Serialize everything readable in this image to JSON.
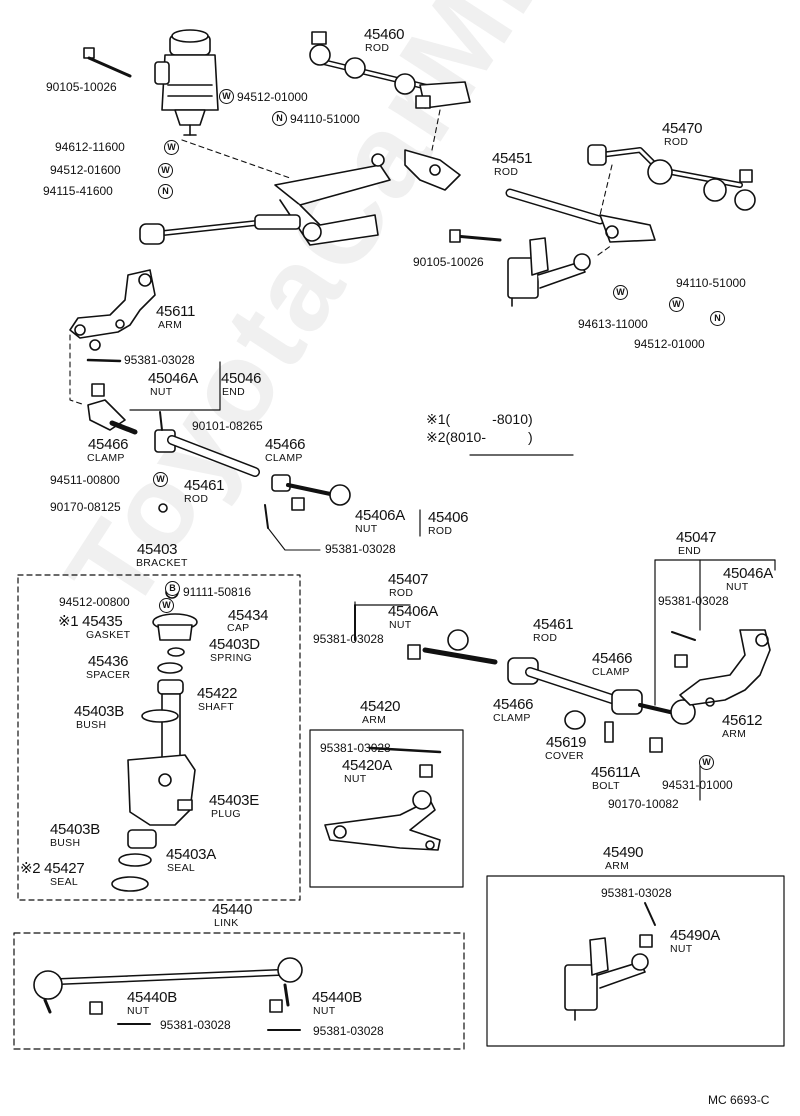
{
  "watermark": "ToyotaCarMine.ru",
  "footer_code": "MC 6693-C",
  "notes": {
    "n1": "※1(　　　-8010)",
    "n2": "※2(8010-　　　)"
  },
  "parts": {
    "p45460": {
      "num": "45460",
      "name": "ROD"
    },
    "p45470": {
      "num": "45470",
      "name": "ROD"
    },
    "p45451": {
      "num": "45451",
      "name": "ROD"
    },
    "p45611": {
      "num": "45611",
      "name": "ARM"
    },
    "p45046": {
      "num": "45046",
      "name": "END"
    },
    "p45046A_left": {
      "num": "45046A",
      "name": "NUT"
    },
    "p45466_left": {
      "num": "45466",
      "name": "CLAMP"
    },
    "p45466_mid": {
      "num": "45466",
      "name": "CLAMP"
    },
    "p45461_left": {
      "num": "45461",
      "name": "ROD"
    },
    "p45406A_left": {
      "num": "45406A",
      "name": "NUT"
    },
    "p45406": {
      "num": "45406",
      "name": "ROD"
    },
    "p45403": {
      "num": "45403",
      "name": "BRACKET"
    },
    "p45434": {
      "num": "45434",
      "name": "CAP"
    },
    "p45435": {
      "num": "※1 45435",
      "name": "GASKET"
    },
    "p45403D": {
      "num": "45403D",
      "name": "SPRING"
    },
    "p45436": {
      "num": "45436",
      "name": "SPACER"
    },
    "p45422": {
      "num": "45422",
      "name": "SHAFT"
    },
    "p45403B_top": {
      "num": "45403B",
      "name": "BUSH"
    },
    "p45403E": {
      "num": "45403E",
      "name": "PLUG"
    },
    "p45403B_bot": {
      "num": "45403B",
      "name": "BUSH"
    },
    "p45403A": {
      "num": "45403A",
      "name": "SEAL"
    },
    "p45427": {
      "num": "※2 45427",
      "name": "SEAL"
    },
    "p45407": {
      "num": "45407",
      "name": "ROD"
    },
    "p45406A_right": {
      "num": "45406A",
      "name": "NUT"
    },
    "p45461_right": {
      "num": "45461",
      "name": "ROD"
    },
    "p45466_right1": {
      "num": "45466",
      "name": "CLAMP"
    },
    "p45466_right2": {
      "num": "45466",
      "name": "CLAMP"
    },
    "p45047": {
      "num": "45047",
      "name": "END"
    },
    "p45046A_right": {
      "num": "45046A",
      "name": "NUT"
    },
    "p45612": {
      "num": "45612",
      "name": "ARM"
    },
    "p45619": {
      "num": "45619",
      "name": "COVER"
    },
    "p45611A": {
      "num": "45611A",
      "name": "BOLT"
    },
    "p45420": {
      "num": "45420",
      "name": "ARM"
    },
    "p45420A": {
      "num": "45420A",
      "name": "NUT"
    },
    "p45440": {
      "num": "45440",
      "name": "LINK"
    },
    "p45440B_left": {
      "num": "45440B",
      "name": "NUT"
    },
    "p45440B_right": {
      "num": "45440B",
      "name": "NUT"
    },
    "p45490": {
      "num": "45490",
      "name": "ARM"
    },
    "p45490A": {
      "num": "45490A",
      "name": "NUT"
    }
  },
  "numbers": {
    "n90105_top": "90105-10026",
    "n94512_01000_top": "94512-01000",
    "n94110_51000_top": "94110-51000",
    "n94612_11600": "94612-11600",
    "n94512_01600": "94512-01600",
    "n94115_41600": "94115-41600",
    "n90105_mid": "90105-10026",
    "n94110_51000_right": "94110-51000",
    "n94613_11000": "94613-11000",
    "n94512_01000_right": "94512-01000",
    "n95381_arm": "95381-03028",
    "n90101_08265": "90101-08265",
    "n94511_00800": "94511-00800",
    "n90170_08125": "90170-08125",
    "n95381_rod": "95381-03028",
    "n94512_00800": "94512-00800",
    "n91111_50816": "91111-50816",
    "n95381_45407": "95381-03028",
    "n95381_45047": "95381-03028",
    "n94531_01000": "94531-01000",
    "n90170_10082": "90170-10082",
    "n95381_45420": "95381-03028",
    "n95381_45440_left": "95381-03028",
    "n95381_45440_right": "95381-03028",
    "n95381_45490": "95381-03028"
  },
  "badges": {
    "w": "W",
    "n": "N",
    "b": "B"
  }
}
